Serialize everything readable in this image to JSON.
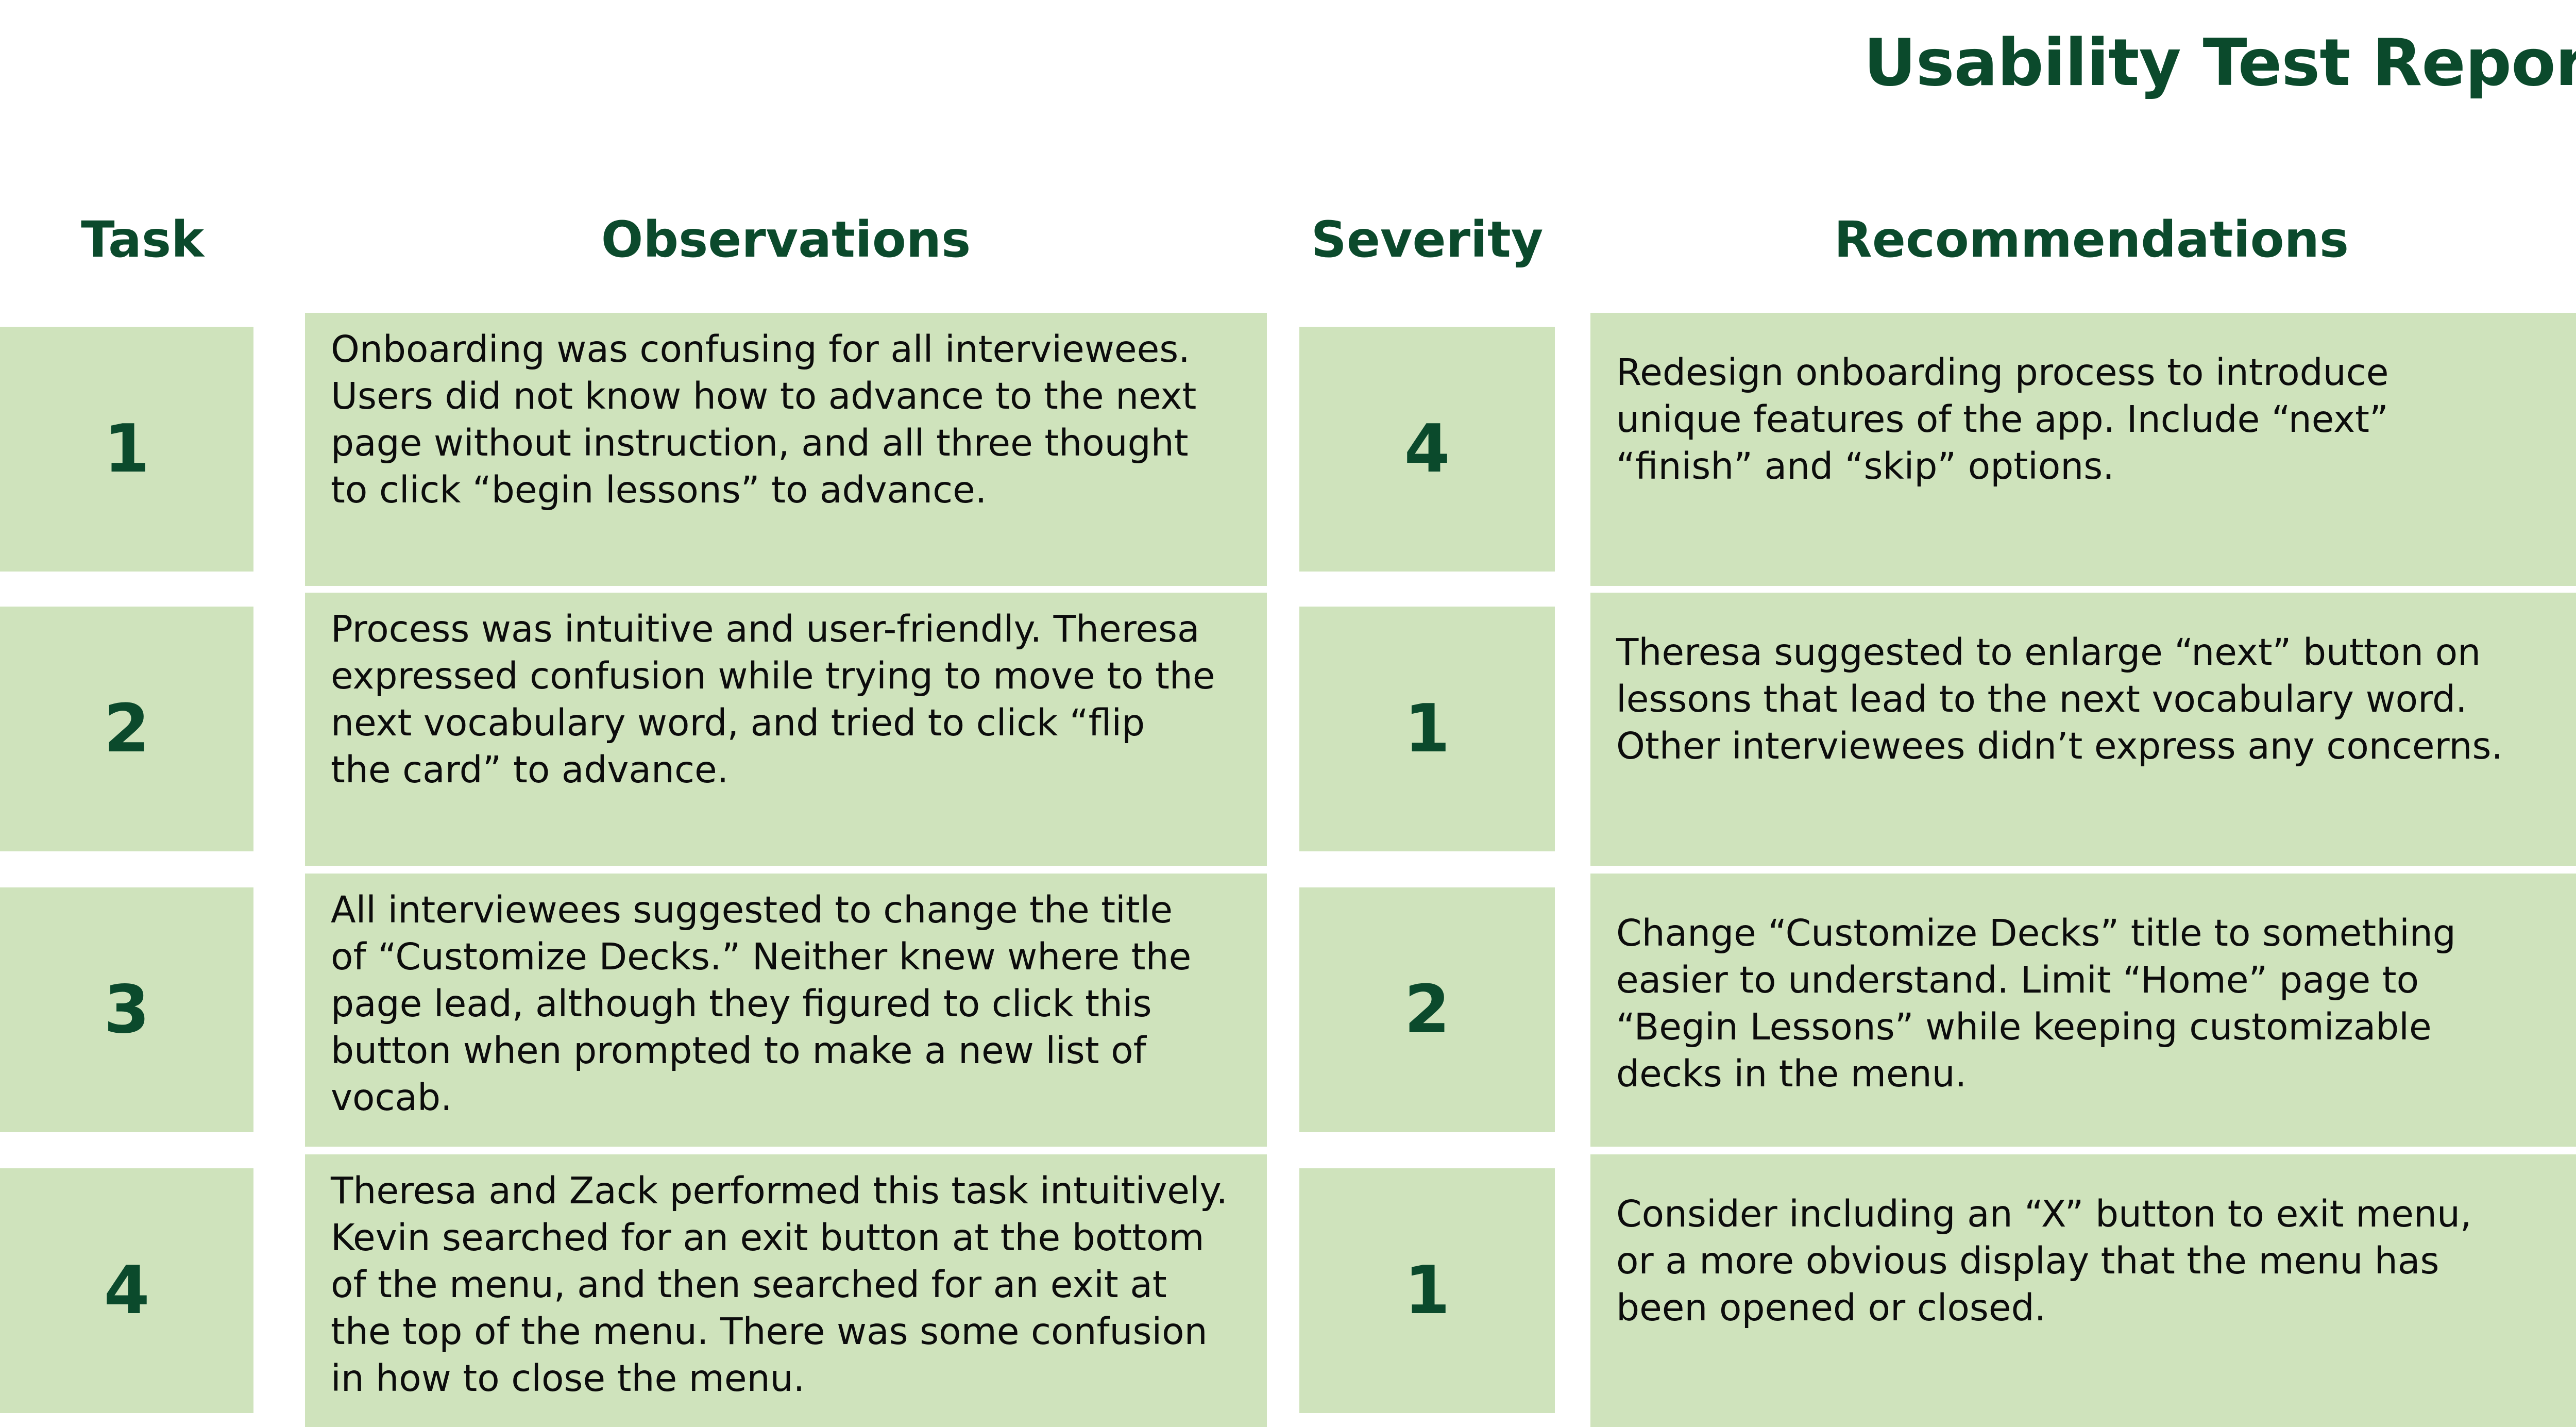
{
  "report": {
    "title": "Usability Test Report"
  },
  "table": {
    "headers": {
      "task": "Task",
      "observations": "Observations",
      "severity": "Severity",
      "recommendations": "Recommendations"
    },
    "rows": [
      {
        "task": "1",
        "observation": "Onboarding was confusing for all interviewees.\nUsers did not know how to advance to the next\npage without instruction, and all three thought\nto click “begin lessons” to advance.",
        "severity": "4",
        "recommendation": "Redesign onboarding process to introduce\nunique features of the app. Include “next”\n“finish” and “skip” options."
      },
      {
        "task": "2",
        "observation": "Process was intuitive and user-friendly. Theresa\nexpressed confusion while trying to move to the\nnext vocabulary word, and tried to click “flip\nthe card” to advance.",
        "severity": "1",
        "recommendation": "Theresa suggested to enlarge “next” button on\nlessons that lead to the next vocabulary word.\nOther interviewees didn’t express any concerns."
      },
      {
        "task": "3",
        "observation": "All interviewees suggested to change the title\nof “Customize Decks.” Neither knew where the\npage lead, although they figured to click this\nbutton when prompted to make a new list of\nvocab.",
        "severity": "2",
        "recommendation": "Change “Customize Decks” title to something\neasier to understand. Limit “Home” page to\n“Begin Lessons” while keeping customizable\ndecks in the menu."
      },
      {
        "task": "4",
        "observation": "Theresa and Zack performed this task intuitively.\nKevin searched for an exit button at the bottom\nof the menu, and then searched for an exit at\nthe top of the menu. There was some confusion\nin how to close the menu.",
        "severity": "1",
        "recommendation": "Consider including an “X” button to exit menu,\nor a more obvious display that the menu has\nbeen opened or closed."
      }
    ]
  },
  "colors": {
    "heading": "#0b4a2c",
    "cell_fill": "#cfe3bc",
    "body_text": "#0c0c0c"
  }
}
